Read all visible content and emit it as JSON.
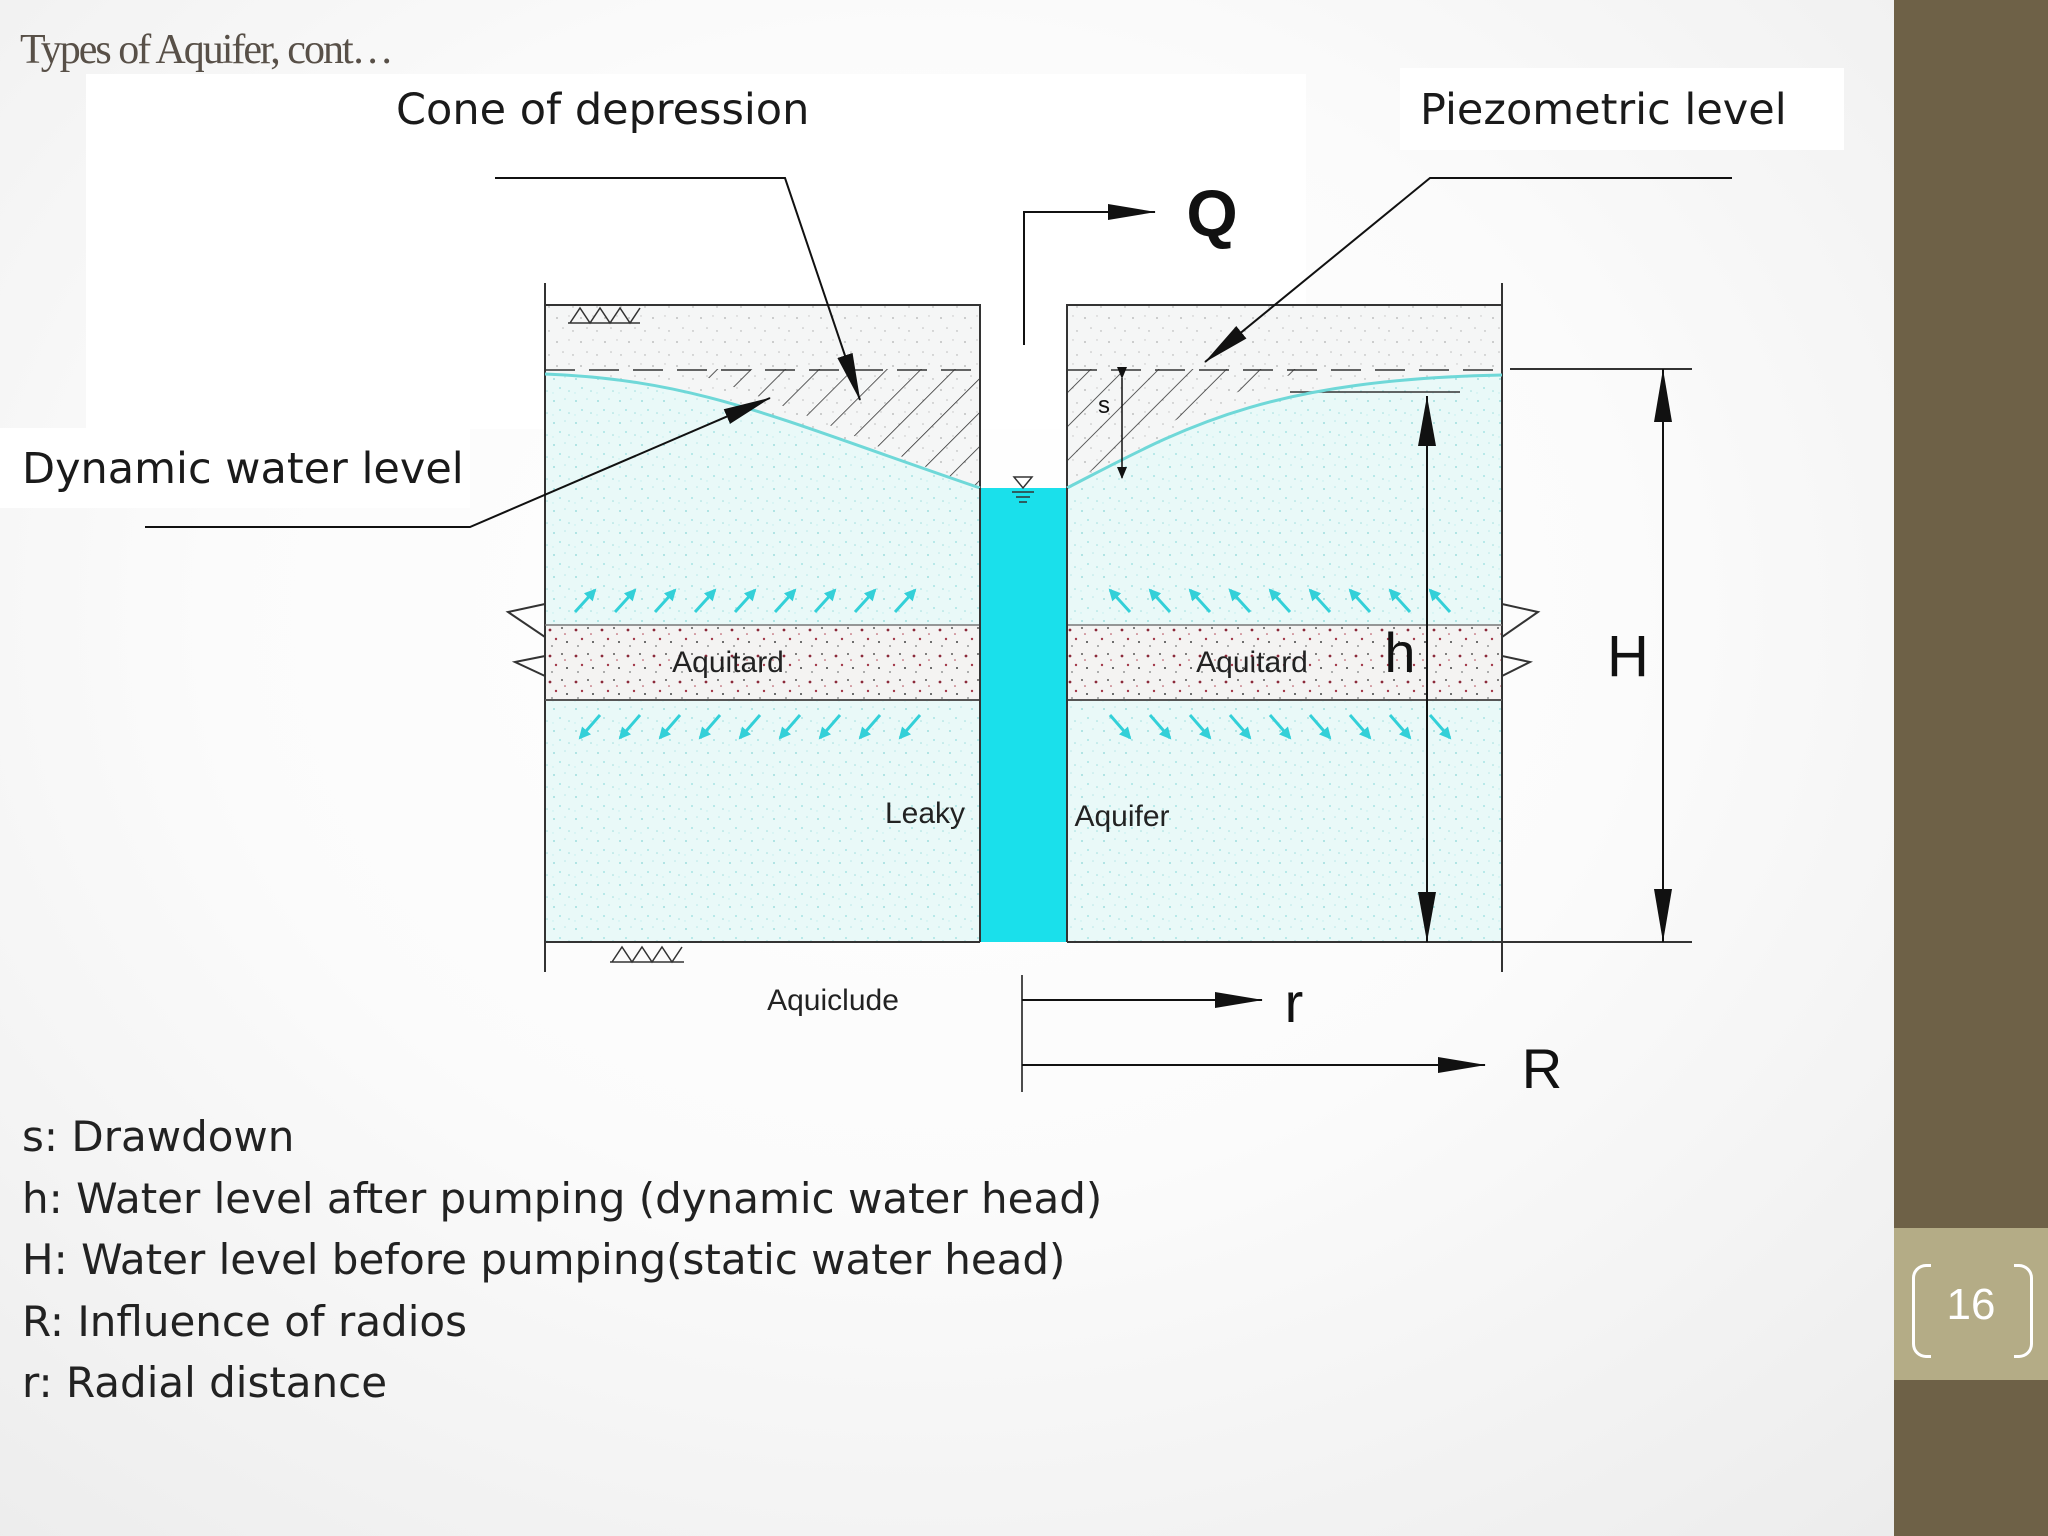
{
  "slide": {
    "title": "Types of Aquifer, cont…",
    "page_number": "16"
  },
  "diagram": {
    "callouts": {
      "cone_of_depression": "Cone of depression",
      "piezometric_level": "Piezometric level",
      "dynamic_water_level": "Dynamic water level"
    },
    "symbols": {
      "Q": "Q",
      "s": "s",
      "h": "h",
      "H": "H",
      "r": "r",
      "R": "R"
    },
    "layers": {
      "aquitard_left": "Aquitard",
      "aquitard_right": "Aquitard",
      "leaky": "Leaky",
      "aquifer": "Aquifer",
      "aquiclude": "Aquiclude"
    },
    "colors": {
      "water": "#1ae0eb",
      "water_line": "#6fd8d8",
      "sidebar": "#6e6147",
      "page_tab": "#b4ac86",
      "arrow": "#33d0d8"
    }
  },
  "legend": [
    "s: Drawdown",
    "h: Water level after pumping (dynamic water head)",
    "H: Water level before pumping(static water head)",
    "R: Influence of radios",
    "r: Radial distance"
  ]
}
